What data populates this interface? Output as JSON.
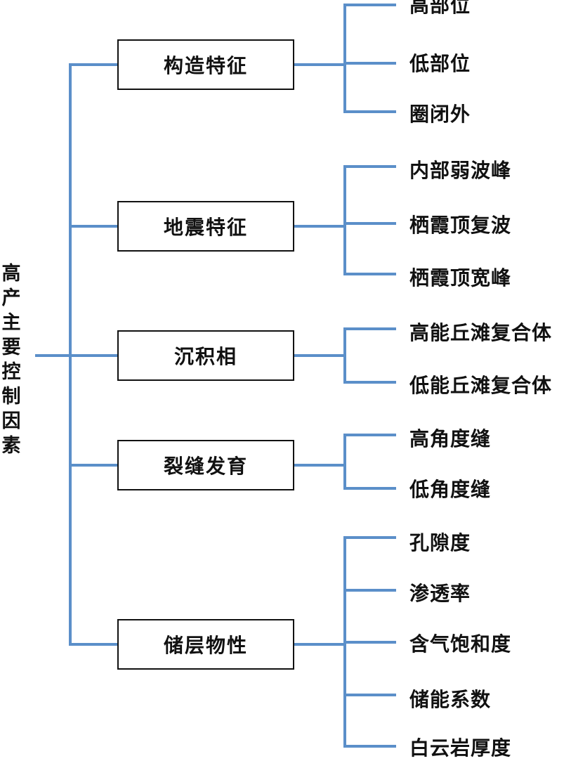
{
  "root": {
    "label": "高产主要控制因素"
  },
  "colors": {
    "connector": "#5b8fc9",
    "box_border": "#111111",
    "text": "#111111"
  },
  "categories": [
    {
      "label": "构造特征",
      "children": [
        "高部位",
        "低部位",
        "圈闭外"
      ]
    },
    {
      "label": "地震特征",
      "children": [
        "内部弱波峰",
        "栖霞顶复波",
        "栖霞顶宽峰"
      ]
    },
    {
      "label": "沉积相",
      "children": [
        "高能丘滩复合体",
        "低能丘滩复合体"
      ]
    },
    {
      "label": "裂缝发育",
      "children": [
        "高角度缝",
        "低角度缝"
      ]
    },
    {
      "label": "储层物性",
      "children": [
        "孔隙度",
        "渗透率",
        "含气饱和度",
        "储能系数",
        "白云岩厚度"
      ]
    }
  ]
}
